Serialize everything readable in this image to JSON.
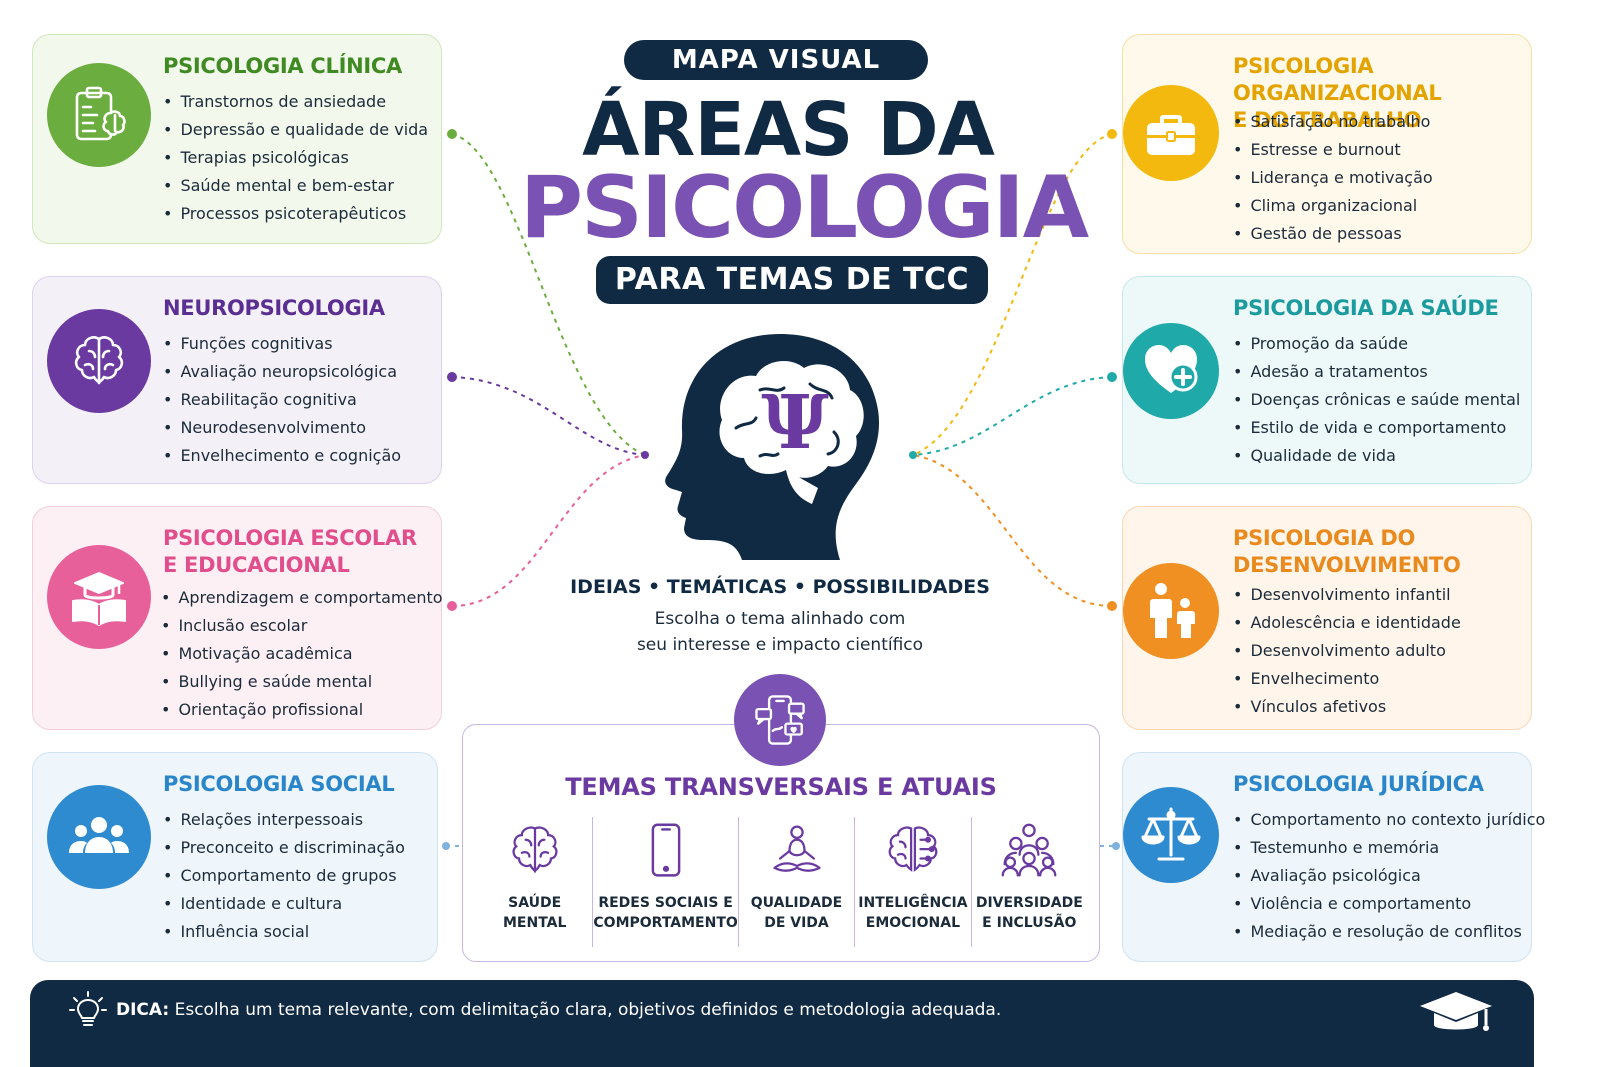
{
  "header": {
    "pill_top": "MAPA VISUAL",
    "title_line1": "ÁREAS DA",
    "title_line2": "PSICOLOGIA",
    "pill_bottom": "PARA TEMAS DE TCC"
  },
  "center": {
    "symbol": "Ψ",
    "tagline": "IDEIAS • TEMÁTICAS • POSSIBILIDADES",
    "line1": "Escolha o tema alinhado com",
    "line2": "seu interesse e impacto científico"
  },
  "areas": {
    "clinica": {
      "title": "PSICOLOGIA CLÍNICA",
      "items": [
        "Transtornos de ansiedade",
        "Depressão e qualidade de vida",
        "Terapias psicológicas",
        "Saúde mental e bem-estar",
        "Processos psicoterapêuticos"
      ],
      "icon": "clipboard-brain-icon",
      "color": "#6cad3f"
    },
    "neuro": {
      "title": "NEUROPSICOLOGIA",
      "items": [
        "Funções cognitivas",
        "Avaliação neuropsicológica",
        "Reabilitação cognitiva",
        "Neurodesenvolvimento",
        "Envelhecimento e cognição"
      ],
      "icon": "brain-icon",
      "color": "#6a3aa0"
    },
    "escolar": {
      "title_line1": "PSICOLOGIA ESCOLAR",
      "title_line2": "E EDUCACIONAL",
      "items": [
        "Aprendizagem e comportamento",
        "Inclusão escolar",
        "Motivação acadêmica",
        "Bullying e saúde mental",
        "Orientação profissional"
      ],
      "icon": "graduation-book-icon",
      "color": "#e8609a"
    },
    "social": {
      "title": "PSICOLOGIA SOCIAL",
      "items": [
        "Relações interpessoais",
        "Preconceito e discriminação",
        "Comportamento de grupos",
        "Identidade e cultura",
        "Influência social"
      ],
      "icon": "group-icon",
      "color": "#2f8bd0"
    },
    "organizacional": {
      "title_line1": "PSICOLOGIA ORGANIZACIONAL",
      "title_line2": "E DO TRABALHO",
      "items": [
        "Satisfação no trabalho",
        "Estresse e burnout",
        "Liderança e motivação",
        "Clima organizacional",
        "Gestão de pessoas"
      ],
      "icon": "briefcase-icon",
      "color": "#f3b90f"
    },
    "saude": {
      "title": "PSICOLOGIA DA SAÚDE",
      "items": [
        "Promoção da saúde",
        "Adesão a tratamentos",
        "Doenças crônicas e saúde mental",
        "Estilo de vida e comportamento",
        "Qualidade de vida"
      ],
      "icon": "heart-plus-icon",
      "color": "#1fa9a9"
    },
    "desenvolvimento": {
      "title_line1": "PSICOLOGIA DO",
      "title_line2": "DESENVOLVIMENTO",
      "items": [
        "Desenvolvimento infantil",
        "Adolescência e identidade",
        "Desenvolvimento adulto",
        "Envelhecimento",
        "Vínculos afetivos"
      ],
      "icon": "adult-child-icon",
      "color": "#f08f22"
    },
    "juridica": {
      "title": "PSICOLOGIA JURÍDICA",
      "items": [
        "Comportamento no contexto jurídico",
        "Testemunho e memória",
        "Avaliação psicológica",
        "Violência e comportamento",
        "Mediação e resolução de conflitos"
      ],
      "icon": "scales-icon",
      "color": "#2f8bd0"
    }
  },
  "transversal": {
    "title": "TEMAS TRANSVERSAIS E ATUAIS",
    "icon": "smartphone-chat-icon",
    "items": [
      {
        "label": "SAÚDE\nMENTAL",
        "icon": "brain-icon"
      },
      {
        "label": "REDES SOCIAIS E\nCOMPORTAMENTO",
        "icon": "smartphone-icon"
      },
      {
        "label": "QUALIDADE\nDE VIDA",
        "icon": "meditation-icon"
      },
      {
        "label": "INTELIGÊNCIA\nEMOCIONAL",
        "icon": "brain-circuit-icon"
      },
      {
        "label": "DIVERSIDADE\nE INCLUSÃO",
        "icon": "people-icon"
      }
    ]
  },
  "tip": {
    "label": "DICA:",
    "text": " Escolha um tema relevante, com delimitação clara, objetivos definidos e metodologia adequada.",
    "icon": "lightbulb-icon",
    "icon_right": "graduation-cap-icon"
  },
  "colors": {
    "navy": "#102a43",
    "purple": "#7a52b3"
  }
}
